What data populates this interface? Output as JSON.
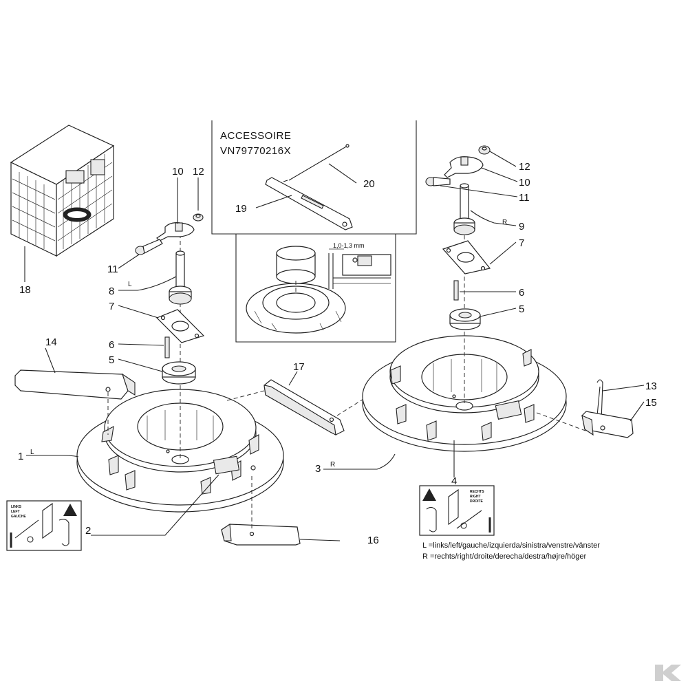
{
  "labels": {
    "p1": "1",
    "p2": "2",
    "p3": "3",
    "p4": "4",
    "p5l": "5",
    "p5r": "5",
    "p6l": "6",
    "p6r": "6",
    "p7l": "7",
    "p7r": "7",
    "p8": "8",
    "p9": "9",
    "p10l": "10",
    "p10r": "10",
    "p11l": "11",
    "p11r": "11",
    "p12l": "12",
    "p12r": "12",
    "p13": "13",
    "p14": "14",
    "p15": "15",
    "p16": "16",
    "p17": "17",
    "p18": "18",
    "p19": "19",
    "p20": "20",
    "side_l_1": "L",
    "side_l_8": "L",
    "side_r_3": "R",
    "side_r_9": "R"
  },
  "inset": {
    "title": "ACCESSOIRE",
    "part_number": "VN79770216X",
    "gap": "1,0-1,3 mm"
  },
  "warning_left": {
    "lines": [
      "LINKS",
      "LEFT",
      "GAUCHE"
    ]
  },
  "warning_right": {
    "lines": [
      "RECHTS",
      "RIGHT",
      "DROITE"
    ]
  },
  "legend": {
    "left": "L  =links/left/gauche/izquierda/sinistra/venstre/vänster",
    "right": "R  =rechts/right/droite/derecha/destra/højre/höger"
  },
  "colors": {
    "line": "#222222",
    "fill_light": "#e9e9e9",
    "logo": "#cfcfcf"
  },
  "icons": [
    "warning-triangle-icon",
    "corner-logo-icon"
  ]
}
